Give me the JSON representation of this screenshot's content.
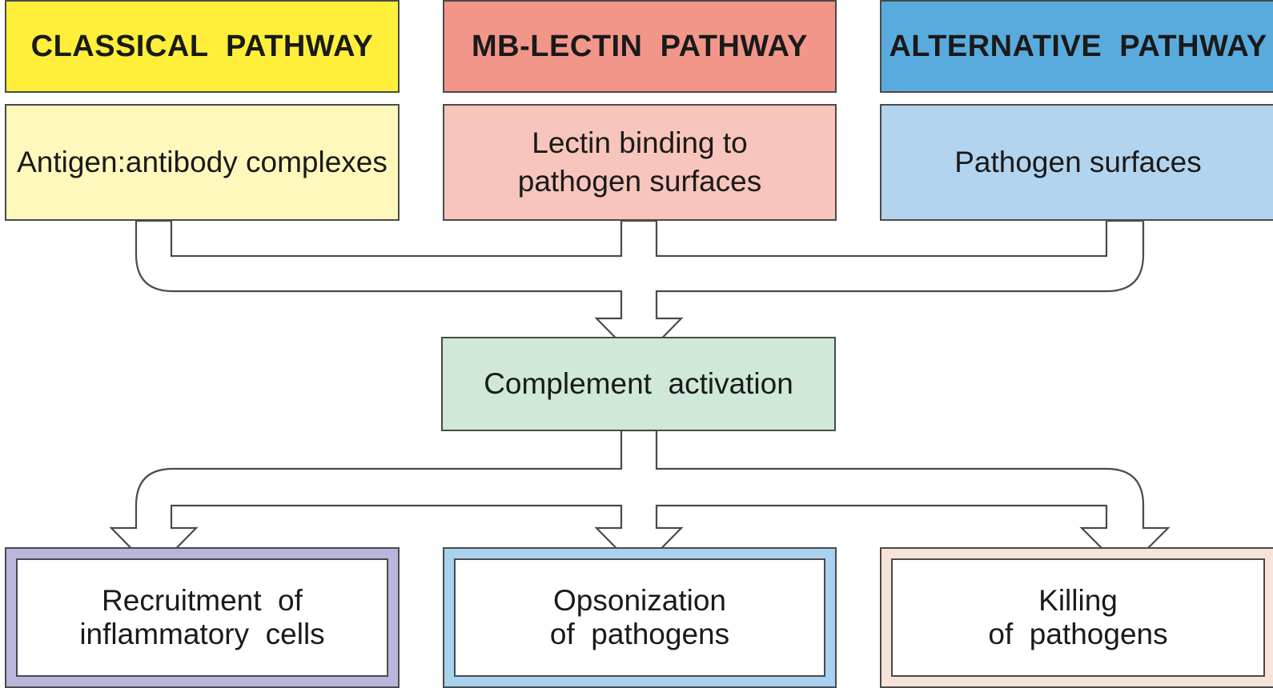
{
  "colors": {
    "classical_header": "#ffef3a",
    "classical_body": "#fff8bd",
    "lectin_header": "#f2968a",
    "lectin_body": "#f7c5bb",
    "alternative_header": "#5aabdd",
    "alternative_body": "#b3d4ef",
    "activation": "#cfe8d8",
    "recruitment_frame": "#b9b6dd",
    "opsonization_frame": "#a9d1f0",
    "killing_frame": "#f8e3d9",
    "stroke": "#4a4a4a"
  },
  "pathways": [
    {
      "id": "classical",
      "header": "CLASSICAL  PATHWAY",
      "trigger": [
        "Antigen:antibody complexes"
      ]
    },
    {
      "id": "lectin",
      "header": "MB-LECTIN  PATHWAY",
      "trigger": [
        "Lectin binding to",
        "pathogen surfaces"
      ]
    },
    {
      "id": "alternative",
      "header": "ALTERNATIVE  PATHWAY",
      "trigger": [
        "Pathogen surfaces"
      ]
    }
  ],
  "activation": "Complement  activation",
  "outcomes": [
    {
      "id": "recruitment",
      "lines": [
        "Recruitment  of",
        "inflammatory  cells"
      ]
    },
    {
      "id": "opsonization",
      "lines": [
        "Opsonization",
        "of  pathogens"
      ]
    },
    {
      "id": "killing",
      "lines": [
        "Killing",
        "of  pathogens"
      ]
    }
  ]
}
